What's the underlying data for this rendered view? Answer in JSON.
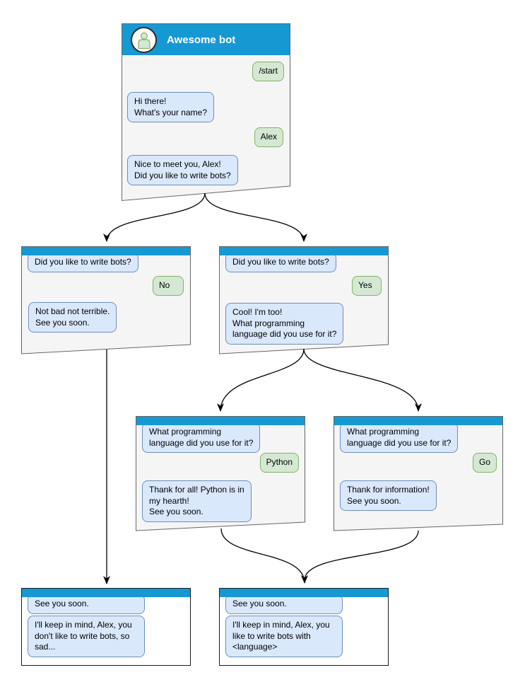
{
  "colors": {
    "header-blue": "#1699d3",
    "window-fill": "#f5f5f5",
    "window-stroke": "#666666",
    "end-window-fill": "#ffffff",
    "end-window-stroke": "#1a1a1a",
    "bot-bubble-fill": "#dae8fc",
    "bot-bubble-stroke": "#6c8ebf",
    "user-bubble-fill": "#d5e8d4",
    "user-bubble-stroke": "#82b366",
    "arrow-color": "#000000"
  },
  "windows": {
    "start": {
      "title": "Awesome bot",
      "messages": [
        {
          "from": "user",
          "text": "/start"
        },
        {
          "from": "bot",
          "text": "Hi there!\nWhat's your name?"
        },
        {
          "from": "user",
          "text": "Alex"
        },
        {
          "from": "bot",
          "text": "Nice to meet you, Alex!\nDid you like to write bots?"
        }
      ]
    },
    "no_branch": {
      "messages": [
        {
          "from": "bot",
          "text": "Did you like to write bots?"
        },
        {
          "from": "user",
          "text": "No"
        },
        {
          "from": "bot",
          "text": "Not bad not terrible.\nSee you soon."
        }
      ]
    },
    "yes_branch": {
      "messages": [
        {
          "from": "bot",
          "text": "Did you like to write bots?"
        },
        {
          "from": "user",
          "text": "Yes"
        },
        {
          "from": "bot",
          "text": "Cool! I'm too!\nWhat programming\nlanguage did you use for it?"
        }
      ]
    },
    "python_branch": {
      "messages": [
        {
          "from": "bot",
          "text": "What programming\nlanguage did you use for it?"
        },
        {
          "from": "user",
          "text": "Python"
        },
        {
          "from": "bot",
          "text": "Thank for all! Python is in\nmy hearth!\nSee you soon."
        }
      ]
    },
    "go_branch": {
      "messages": [
        {
          "from": "bot",
          "text": "What programming\nlanguage did you use for it?"
        },
        {
          "from": "user",
          "text": "Go"
        },
        {
          "from": "bot",
          "text": "Thank for information!\nSee you soon."
        }
      ]
    },
    "end_no": {
      "messages": [
        {
          "from": "bot",
          "text": "See you soon."
        },
        {
          "from": "bot",
          "text": "I'll keep in mind, Alex, you\ndon't like to write bots, so\nsad..."
        }
      ]
    },
    "end_yes": {
      "messages": [
        {
          "from": "bot",
          "text": "See you soon."
        },
        {
          "from": "bot",
          "text": "I'll keep in mind, Alex, you\nlike to write bots with\n<language>"
        }
      ]
    }
  }
}
